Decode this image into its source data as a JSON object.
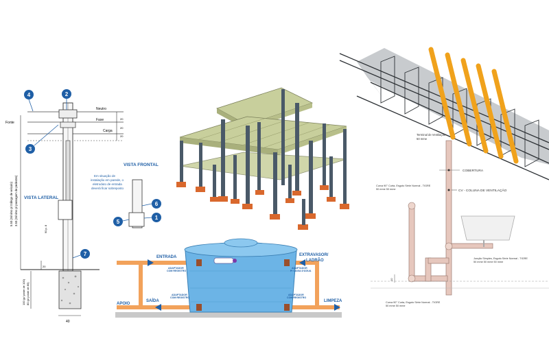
{
  "pole_panel": {
    "markers": [
      {
        "number": "4"
      },
      {
        "number": "2"
      },
      {
        "number": "3"
      },
      {
        "number": "6"
      },
      {
        "number": "5"
      },
      {
        "number": "1"
      },
      {
        "number": "7"
      }
    ],
    "labels": {
      "neutro": "Neutro",
      "fonte": "Fonte",
      "fase": "Fase",
      "carga": "Carga",
      "vista_frontal": "VISTA FRONTAL",
      "vista_lateral": "VISTA LATERAL",
      "note": [
        "Em situação de",
        "instalação em parede, o",
        "eletroduto de entrada",
        "deverá ficar sobreposto"
      ],
      "height_vertical": "5.50 (mínimo p/ tráfego de veículo)",
      "height_vertical_2": "3.50 (mínimo p/ passagem de pedestre)",
      "dim_20a": "20",
      "dim_20b": "20",
      "dim_20c": "20",
      "dim_20d": "20",
      "dim_40": "40",
      "dim_depth": "100 (p/ poste de 100)",
      "dim_depth_2": "80 (p/ poste de 80)",
      "dim_mid": "90 p. 8"
    }
  },
  "tank_panel": {
    "labels": {
      "entrada": "ENTRADA",
      "extravasor": "EXTRAVASOR/",
      "ladrao": "LADRÃO",
      "adapt_left_1": "ADAPTADOR",
      "adapt_left_2": "COM REGISTRO",
      "adapt_right_1": "ADAPTADOR",
      "adapt_right_2": "P/ CAIXA D'ÁGUA",
      "adapt_low_left_1": "ADAPTADOR",
      "adapt_low_left_2": "COM REGISTRO",
      "adapt_low_right_1": "ADAPTADOR",
      "adapt_low_right_2": "COM REGISTRO",
      "saida": "SAÍDA",
      "apoio": "APOIO",
      "limpeza": "LIMPEZA"
    }
  },
  "vent_panel": {
    "labels": {
      "terminal_1": "Terminal de Ventilação",
      "terminal_2": "50 mme",
      "cobertura": "COBERTURA",
      "coluna": "CV - COLUNA DE VENTILAÇÃO",
      "curva_top_1": "Curva 90° Curta, Esgoto Série Normal - TIGRE",
      "curva_top_2": "50 mme 50 mme",
      "juncao_1": "Junção Simples, Esgoto Série Normal - TIGRE",
      "juncao_2": "50 mme 50 mme 50 mme",
      "curva_low_1": "Curva 90° Curta, Esgoto Série Normal - TIGRE",
      "curva_low_2": "50 mme 50 mme",
      "dim_10": "10"
    }
  },
  "colors": {
    "marker_blue": "#1f5fa6",
    "frame_column": "#4a5968",
    "frame_slab": "#c8cf9c",
    "footing": "#d9682d",
    "rebar_orange": "#f0a21c",
    "water_pipe": "#f2a25b",
    "tank_blue": "#6cb4e6",
    "vent_pipe": "#e6c7bd"
  }
}
